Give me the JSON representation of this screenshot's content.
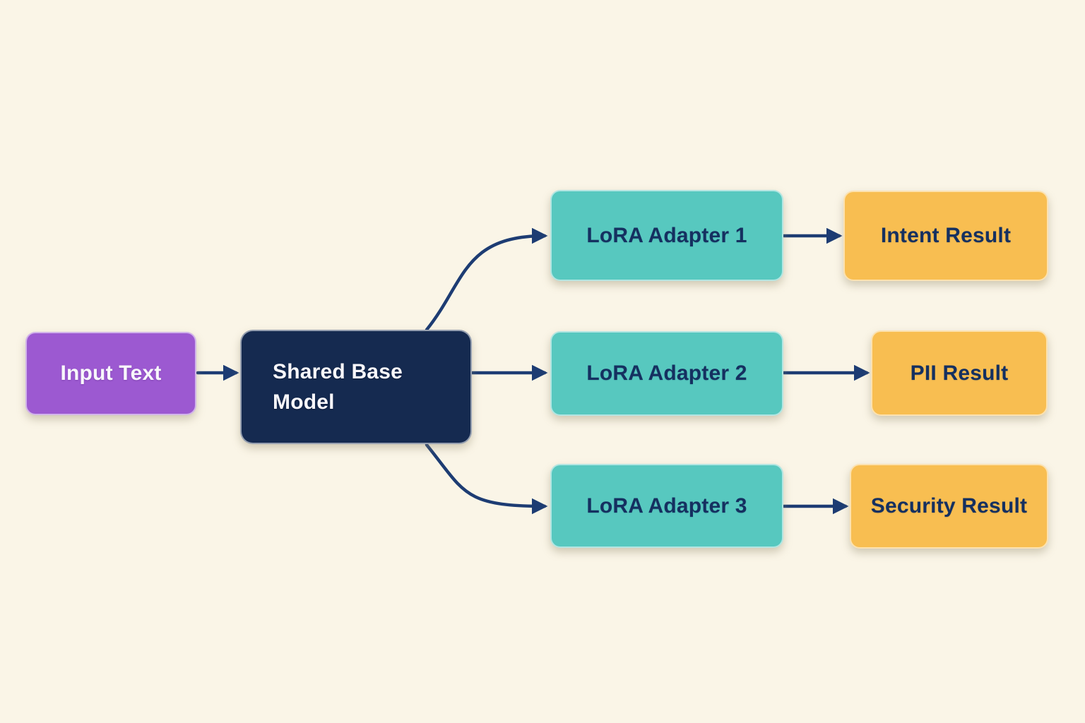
{
  "diagram": {
    "description": "LoRA multi-adapter inference flowchart",
    "nodes": {
      "input": {
        "label": "Input Text"
      },
      "base": {
        "label": "Shared Base Model"
      },
      "adapter1": {
        "label": "LoRA Adapter 1"
      },
      "adapter2": {
        "label": "LoRA Adapter 2"
      },
      "adapter3": {
        "label": "LoRA Adapter 3"
      },
      "result1": {
        "label": "Intent Result"
      },
      "result2": {
        "label": "PII Result"
      },
      "result3": {
        "label": "Security Result"
      }
    },
    "edges": [
      {
        "from": "input",
        "to": "base"
      },
      {
        "from": "base",
        "to": "adapter1"
      },
      {
        "from": "base",
        "to": "adapter2"
      },
      {
        "from": "base",
        "to": "adapter3"
      },
      {
        "from": "adapter1",
        "to": "result1"
      },
      {
        "from": "adapter2",
        "to": "result2"
      },
      {
        "from": "adapter3",
        "to": "result3"
      }
    ],
    "colors": {
      "background": "#faf5e7",
      "input_node": "#9c59d1",
      "base_node": "#152a50",
      "adapter_node": "#57c8bf",
      "result_node": "#f8be51",
      "arrow": "#1d3c73",
      "text_light": "#f8f7fb",
      "text_dark": "#153060"
    }
  }
}
